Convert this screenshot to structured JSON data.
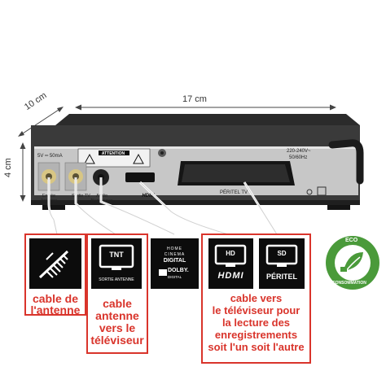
{
  "dimensions": {
    "width_label": "17 cm",
    "depth_label": "10 cm",
    "height_label": "4 cm"
  },
  "device": {
    "warning_title": "ATTENTION",
    "antenna_rating": "5V ═ 50mA",
    "power_rating_line1": "220-240V~",
    "power_rating_line2": "50/60Hz",
    "port_labels": {
      "antenna_in": "Entrée\nAntenne",
      "tv_out": "Sortie TV",
      "audio": "Audio\nNumérique",
      "hdmi": "HDMI",
      "scart": "PÉRITEL TV"
    }
  },
  "tiles": {
    "tnt_badge": "TNT",
    "tnt_sub": "SORTIE ANTENNE",
    "home_cinema_line1": "HOME",
    "home_cinema_line2": "CINEMA",
    "home_cinema_line3": "DIGITAL",
    "dolby_line1": "DOLBY.",
    "dolby_line2": "DIGITAL",
    "hd_badge": "HD",
    "hdmi_text": "HDMI",
    "sd_badge": "SD",
    "peritel_text": "PÉRITEL"
  },
  "eco_badge": {
    "top": "ECO",
    "bottom": "CONSOMMATION"
  },
  "captions": {
    "antenna_line1": "cable de",
    "antenna_line2": "l'antenne",
    "tv_line1": "cable",
    "tv_line2": "antenne",
    "tv_line3": "vers le",
    "tv_line4": "téléviseur",
    "hdmi_line1": "cable vers",
    "hdmi_line2": "le téléviseur pour",
    "hdmi_line3": "la lecture des",
    "hdmi_line4": "enregistrements",
    "hdmi_line5": "soit l'un soit l'autre"
  },
  "colors": {
    "accent_red": "#d9342b",
    "eco_green": "#4a9a3a",
    "tile_black": "#0c0c0c"
  }
}
